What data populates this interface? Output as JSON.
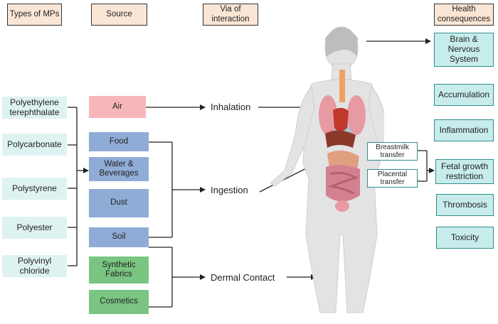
{
  "headers": {
    "types": "Types of MPs",
    "source": "Source",
    "via": "Via of interaction",
    "health": "Health consequences"
  },
  "mp_types": [
    "Polyethylene terephthalate",
    "Polycarbonate",
    "Polystyrene",
    "Polyester",
    "Polyvinyl chloride"
  ],
  "sources": [
    "Air",
    "Food",
    "Water & Beverages",
    "Dust",
    "Soil",
    "Synthetic Fabrics",
    "Cosmetics"
  ],
  "routes": [
    "Inhalation",
    "Ingestion",
    "Dermal Contact"
  ],
  "transfers": [
    "Breastmilk transfer",
    "Placental transfer"
  ],
  "consequences": [
    "Brain & Nervous System",
    "Accumulation",
    "Inflammation",
    "Fetal growth restriction",
    "Thrombosis",
    "Toxicity"
  ],
  "colors": {
    "header_fill": "#fbe6d6",
    "mp_fill": "#dff2f2",
    "air": "#f7b7b9",
    "food_group": "#8facd6",
    "contact_group": "#79c581",
    "consequence_fill": "#c8ecec",
    "consequence_border": "#2f8f8b"
  }
}
